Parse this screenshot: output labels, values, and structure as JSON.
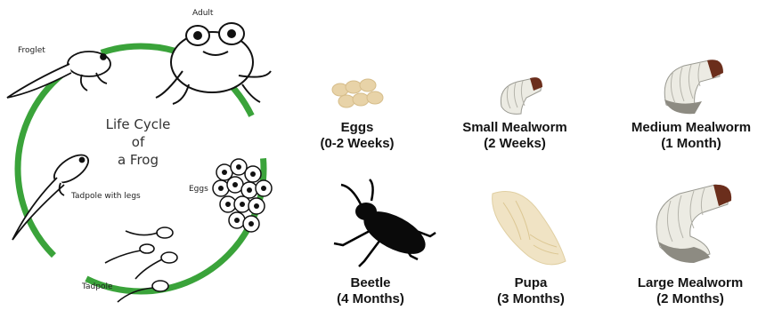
{
  "frog_cycle": {
    "title_lines": [
      "Life Cycle",
      "of",
      "a Frog"
    ],
    "stages": {
      "adult": "Adult",
      "froglet": "Froglet",
      "eggs": "Eggs",
      "tadpole_with_legs": "Tadpole with legs",
      "tadpole": "Tadpole"
    },
    "ring_color": "#3aa33a"
  },
  "mealworm_cycle": {
    "stages": [
      {
        "name": "Eggs",
        "duration": "(0-2 Weeks)",
        "icon": "eggs-cluster"
      },
      {
        "name": "Small Mealworm",
        "duration": "(2 Weeks)",
        "icon": "small-larva"
      },
      {
        "name": "Medium Mealworm",
        "duration": "(1 Month)",
        "icon": "medium-larva"
      },
      {
        "name": "Beetle",
        "duration": "(4 Months)",
        "icon": "beetle"
      },
      {
        "name": "Pupa",
        "duration": "(3 Months)",
        "icon": "pupa"
      },
      {
        "name": "Large Mealworm",
        "duration": "(2 Months)",
        "icon": "large-larva"
      }
    ]
  }
}
